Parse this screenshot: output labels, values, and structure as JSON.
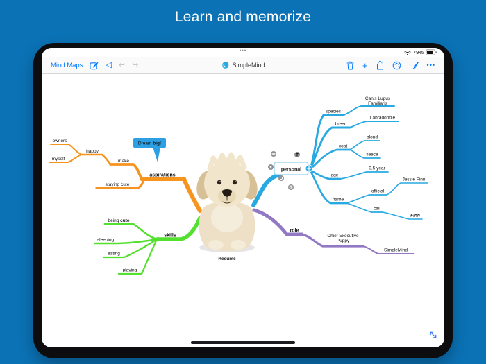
{
  "page": {
    "title": "Learn and memorize",
    "bg": "#0B72B5"
  },
  "tablet": {
    "status": {
      "dots": "•••",
      "battery": "79%"
    },
    "toolbar": {
      "mind_maps": "Mind Maps",
      "app_name": "SimpleMind",
      "back_glyph": "◁",
      "undo_glyph": "↩",
      "redo_glyph": "↪",
      "plus_glyph": "+",
      "more_glyph": "•••"
    }
  },
  "mindmap": {
    "accent": "#007AFF",
    "center_label": "Résumé",
    "callout": {
      "pre": "Dream ",
      "bold": "big!",
      "color": "#2D9FE3"
    },
    "selected": {
      "label": "personal",
      "border": "#A5D5F0"
    },
    "branches": {
      "aspirations": {
        "color": "#F7941E"
      },
      "skills": {
        "color": "#53E02E"
      },
      "personal": {
        "color": "#29A9E1"
      },
      "role": {
        "color": "#9379C4"
      }
    },
    "labels": {
      "aspirations": "aspirations",
      "make": "make",
      "happy": "happy",
      "owners": "owners",
      "myself": "myself",
      "staying_cute": "staying cute",
      "skills": "skills",
      "being": "being ",
      "cute": "cute",
      "sleeping": "sleeping",
      "eating": "eating",
      "playing": "playing",
      "personal": "personal",
      "species": "species",
      "canis_1": "Canis Lupus",
      "canis_2": "Familiaris",
      "breed": "breed",
      "labradoodle": "Labradoodle",
      "coat": "coat",
      "blond": "blond",
      "fleece": "fleece",
      "age": "age",
      "half_year": "0.5 year",
      "name": "name",
      "official": "official",
      "jessie_finn": "Jessie Finn",
      "call": "call",
      "finn": "Finn",
      "role": "role",
      "chief_1": "Chief Executive",
      "chief_2": "Puppy",
      "simplemind": "SimpleMind",
      "btn_t": "T"
    }
  }
}
